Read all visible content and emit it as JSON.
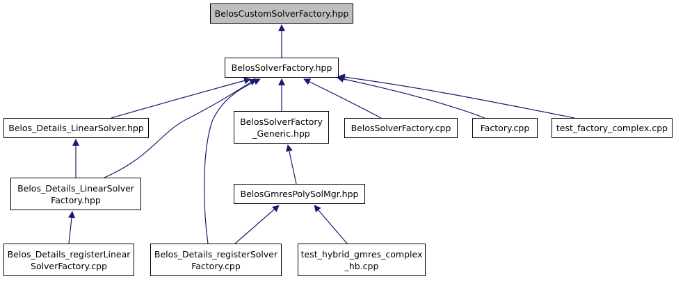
{
  "colors": {
    "edge": "#191970",
    "root_fill": "#bfbfbf",
    "node_fill": "#ffffff",
    "border": "#000000"
  },
  "nodes": [
    {
      "id": "custom_factory",
      "lines": [
        "BelosCustomSolverFactory.hpp"
      ],
      "root": true
    },
    {
      "id": "solver_factory",
      "lines": [
        "BelosSolverFactory.hpp"
      ]
    },
    {
      "id": "linear_solver",
      "lines": [
        "Belos_Details_LinearSolver.hpp"
      ]
    },
    {
      "id": "factory_generic",
      "lines": [
        "BelosSolverFactory",
        "_Generic.hpp"
      ]
    },
    {
      "id": "solver_factory_cpp",
      "lines": [
        "BelosSolverFactory.cpp"
      ]
    },
    {
      "id": "factory_cpp",
      "lines": [
        "Factory.cpp"
      ]
    },
    {
      "id": "test_factory_complex",
      "lines": [
        "test_factory_complex.cpp"
      ]
    },
    {
      "id": "linear_solver_factory",
      "lines": [
        "Belos_Details_LinearSolver",
        "Factory.hpp"
      ]
    },
    {
      "id": "gmres_poly",
      "lines": [
        "BelosGmresPolySolMgr.hpp"
      ]
    },
    {
      "id": "register_linear",
      "lines": [
        "Belos_Details_registerLinear",
        "SolverFactory.cpp"
      ]
    },
    {
      "id": "register_solver",
      "lines": [
        "Belos_Details_registerSolver",
        "Factory.cpp"
      ]
    },
    {
      "id": "test_hybrid_gmres",
      "lines": [
        "test_hybrid_gmres_complex",
        "_hb.cpp"
      ]
    }
  ],
  "edges": [
    {
      "from": "solver_factory",
      "to": "custom_factory"
    },
    {
      "from": "linear_solver",
      "to": "solver_factory"
    },
    {
      "from": "factory_generic",
      "to": "solver_factory"
    },
    {
      "from": "solver_factory_cpp",
      "to": "solver_factory"
    },
    {
      "from": "factory_cpp",
      "to": "solver_factory"
    },
    {
      "from": "test_factory_complex",
      "to": "solver_factory"
    },
    {
      "from": "linear_solver_factory",
      "to": "solver_factory"
    },
    {
      "from": "register_solver",
      "to": "solver_factory"
    },
    {
      "from": "linear_solver_factory",
      "to": "linear_solver"
    },
    {
      "from": "gmres_poly",
      "to": "factory_generic"
    },
    {
      "from": "register_linear",
      "to": "linear_solver_factory"
    },
    {
      "from": "register_solver",
      "to": "gmres_poly"
    },
    {
      "from": "test_hybrid_gmres",
      "to": "gmres_poly"
    }
  ]
}
